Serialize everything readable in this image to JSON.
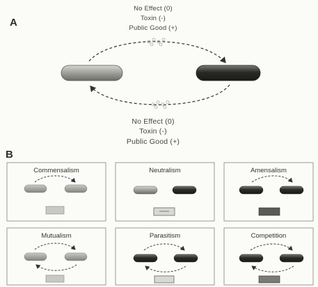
{
  "panelA": {
    "letter": "A",
    "top_effects": [
      "No Effect (0)",
      "Toxin (-)",
      "Public Good (+)"
    ],
    "bottom_effects": [
      "No Effect (0)",
      "Toxin (-)",
      "Public Good (+)"
    ]
  },
  "panelB": {
    "letter": "B",
    "interactions": [
      {
        "name": "Commensalism"
      },
      {
        "name": "Neutralism"
      },
      {
        "name": "Amensalism"
      },
      {
        "name": "Mutualism"
      },
      {
        "name": "Parasitism"
      },
      {
        "name": "Competition"
      }
    ]
  },
  "colors": {
    "light_cell": "#b7b7b2",
    "dark_cell": "#3a3a38",
    "frame": "#9a9a96"
  }
}
